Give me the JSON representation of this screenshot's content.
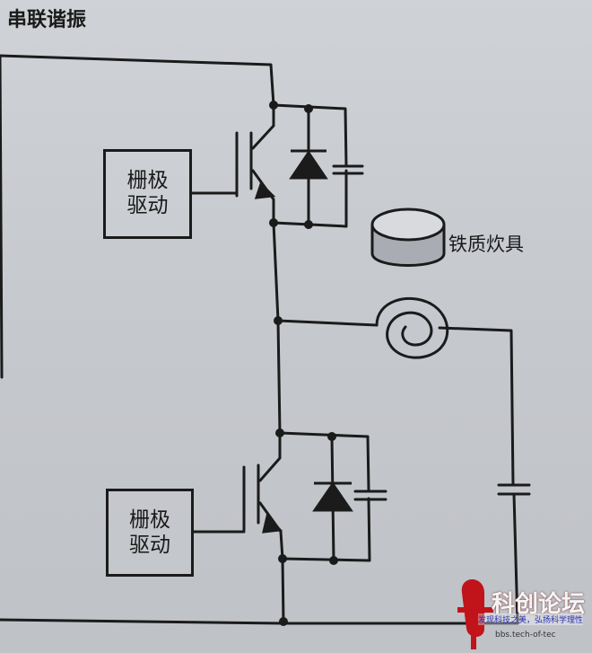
{
  "diagram": {
    "title": "串联谐振",
    "gate_driver_top": {
      "line1": "栅极",
      "line2": "驱动"
    },
    "gate_driver_bottom": {
      "line1": "栅极",
      "line2": "驱动"
    },
    "cookware_label": "铁质炊具"
  },
  "watermark": {
    "logo_text": "科创论坛",
    "slogan": "发现科技之美，弘扬科学理性",
    "url": "bbs.tech-of-tec"
  },
  "colors": {
    "wire": "#1b1b1b",
    "paper": "#c9ccd1",
    "logo_red": "#c0141a"
  }
}
